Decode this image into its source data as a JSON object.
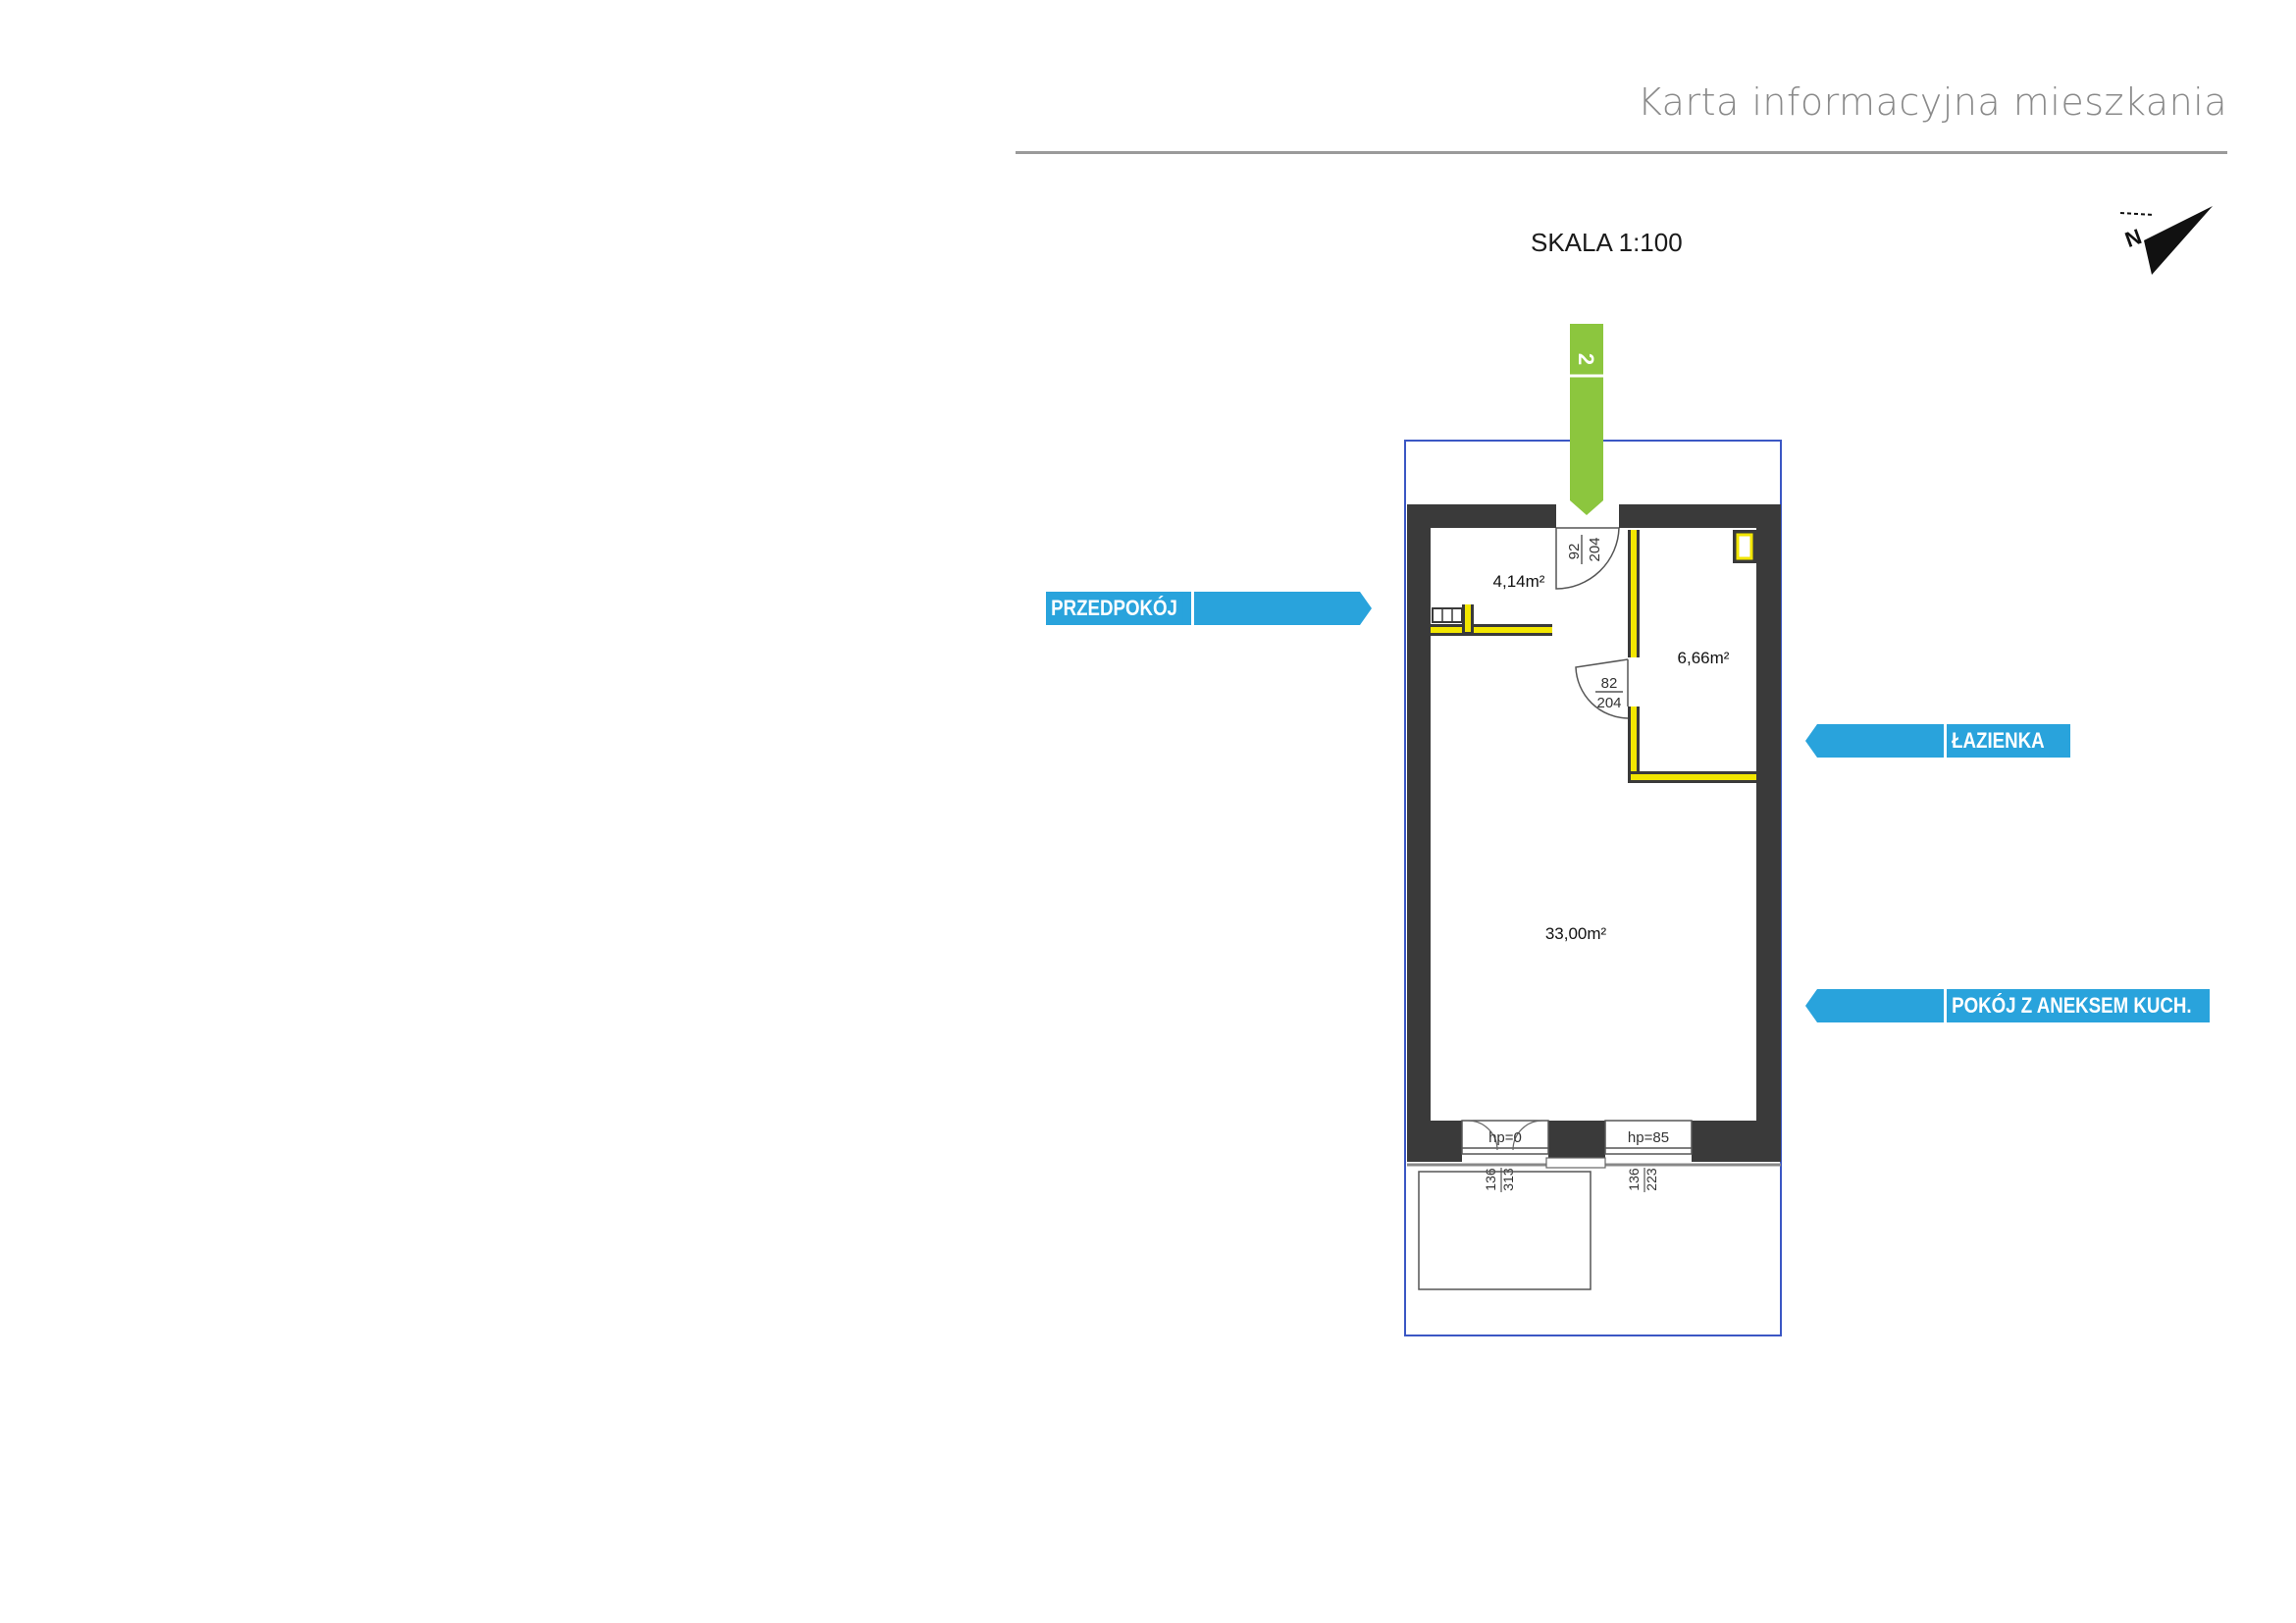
{
  "header": {
    "title": "Karta informacyjna mieszkania"
  },
  "plan": {
    "scale": "SKALA 1:100",
    "entrance_marker": "2",
    "north_marker": "N",
    "rooms": {
      "hall": {
        "name": "PRZEDPOKÓJ",
        "area": "4,14m²"
      },
      "bathroom": {
        "name": "ŁAZIENKA",
        "area": "6,66m²"
      },
      "living": {
        "name": "POKÓJ Z ANEKSEM KUCH.",
        "area": "33,00m²"
      }
    },
    "doors": {
      "entrance": {
        "width": "92",
        "height": "204"
      },
      "bathroom": {
        "width": "82",
        "height": "204"
      }
    },
    "windows": {
      "left": {
        "sill": "hp=0",
        "width": "136",
        "height": "313"
      },
      "right": {
        "sill": "hp=85",
        "width": "136",
        "height": "223"
      }
    },
    "colors": {
      "label_blue": "#29a3dc",
      "entrance_green": "#8cc63e",
      "wall_gray": "#3a3a3a",
      "partition_yellow": "#f2e600",
      "outline_blue": "#3b57c4"
    }
  }
}
